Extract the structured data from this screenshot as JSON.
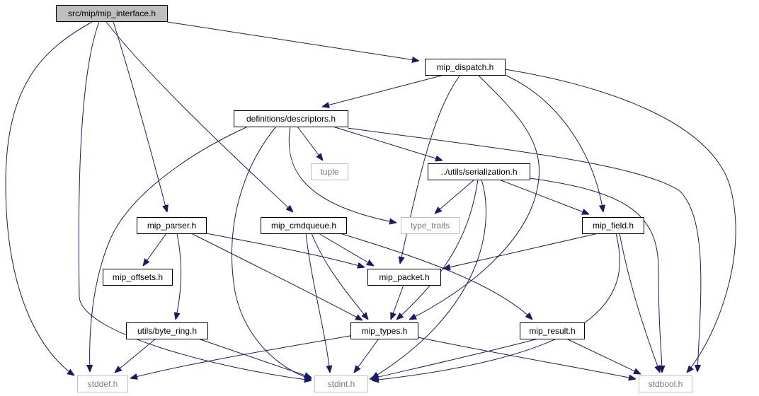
{
  "graph": {
    "nodes": [
      {
        "id": "mip_interface",
        "label": "src/mip/mip_interface.h",
        "style": "root"
      },
      {
        "id": "mip_dispatch",
        "label": "mip_dispatch.h",
        "style": "normal"
      },
      {
        "id": "descriptors",
        "label": "definitions/descriptors.h",
        "style": "normal"
      },
      {
        "id": "tuple",
        "label": "tuple",
        "style": "external"
      },
      {
        "id": "serialization",
        "label": "../utils/serialization.h",
        "style": "normal"
      },
      {
        "id": "mip_parser",
        "label": "mip_parser.h",
        "style": "normal"
      },
      {
        "id": "mip_cmdqueue",
        "label": "mip_cmdqueue.h",
        "style": "normal"
      },
      {
        "id": "type_traits",
        "label": "type_traits",
        "style": "external"
      },
      {
        "id": "mip_field",
        "label": "mip_field.h",
        "style": "normal"
      },
      {
        "id": "mip_offsets",
        "label": "mip_offsets.h",
        "style": "normal"
      },
      {
        "id": "mip_packet",
        "label": "mip_packet.h",
        "style": "normal"
      },
      {
        "id": "byte_ring",
        "label": "utils/byte_ring.h",
        "style": "normal"
      },
      {
        "id": "mip_types",
        "label": "mip_types.h",
        "style": "normal"
      },
      {
        "id": "mip_result",
        "label": "mip_result.h",
        "style": "normal"
      },
      {
        "id": "stddef",
        "label": "stddef.h",
        "style": "external"
      },
      {
        "id": "stdint",
        "label": "stdint.h",
        "style": "external"
      },
      {
        "id": "stdbool",
        "label": "stdbool.h",
        "style": "external"
      }
    ],
    "edges": [
      {
        "from": "mip_interface",
        "to": "mip_dispatch"
      },
      {
        "from": "mip_interface",
        "to": "stddef"
      },
      {
        "from": "mip_interface",
        "to": "stdint"
      },
      {
        "from": "mip_interface",
        "to": "mip_parser"
      },
      {
        "from": "mip_interface",
        "to": "mip_cmdqueue"
      },
      {
        "from": "mip_dispatch",
        "to": "descriptors"
      },
      {
        "from": "mip_dispatch",
        "to": "mip_packet"
      },
      {
        "from": "mip_dispatch",
        "to": "mip_types"
      },
      {
        "from": "mip_dispatch",
        "to": "mip_field"
      },
      {
        "from": "mip_dispatch",
        "to": "stdbool"
      },
      {
        "from": "descriptors",
        "to": "stddef"
      },
      {
        "from": "descriptors",
        "to": "stdint"
      },
      {
        "from": "descriptors",
        "to": "tuple"
      },
      {
        "from": "descriptors",
        "to": "type_traits"
      },
      {
        "from": "descriptors",
        "to": "serialization"
      },
      {
        "from": "descriptors",
        "to": "stdbool"
      },
      {
        "from": "serialization",
        "to": "type_traits"
      },
      {
        "from": "serialization",
        "to": "mip_types"
      },
      {
        "from": "serialization",
        "to": "stdint"
      },
      {
        "from": "serialization",
        "to": "mip_field"
      },
      {
        "from": "serialization",
        "to": "stdbool"
      },
      {
        "from": "mip_parser",
        "to": "mip_offsets"
      },
      {
        "from": "mip_parser",
        "to": "byte_ring"
      },
      {
        "from": "mip_parser",
        "to": "mip_packet"
      },
      {
        "from": "mip_parser",
        "to": "mip_types"
      },
      {
        "from": "mip_cmdqueue",
        "to": "mip_packet"
      },
      {
        "from": "mip_cmdqueue",
        "to": "mip_types"
      },
      {
        "from": "mip_cmdqueue",
        "to": "stdint"
      },
      {
        "from": "mip_cmdqueue",
        "to": "mip_result"
      },
      {
        "from": "mip_field",
        "to": "mip_packet"
      },
      {
        "from": "mip_field",
        "to": "stdint"
      },
      {
        "from": "mip_field",
        "to": "stdbool"
      },
      {
        "from": "mip_packet",
        "to": "mip_types"
      },
      {
        "from": "byte_ring",
        "to": "stddef"
      },
      {
        "from": "byte_ring",
        "to": "stdint"
      },
      {
        "from": "mip_types",
        "to": "stddef"
      },
      {
        "from": "mip_types",
        "to": "stdint"
      },
      {
        "from": "mip_types",
        "to": "stdbool"
      },
      {
        "from": "mip_result",
        "to": "stdint"
      },
      {
        "from": "mip_result",
        "to": "stdbool"
      }
    ]
  },
  "colors": {
    "edge": "#191970",
    "node_border": "#000000",
    "external_border": "#bfbfbf",
    "root_fill": "#bfbfbf",
    "node_fill": "#ffffff"
  }
}
